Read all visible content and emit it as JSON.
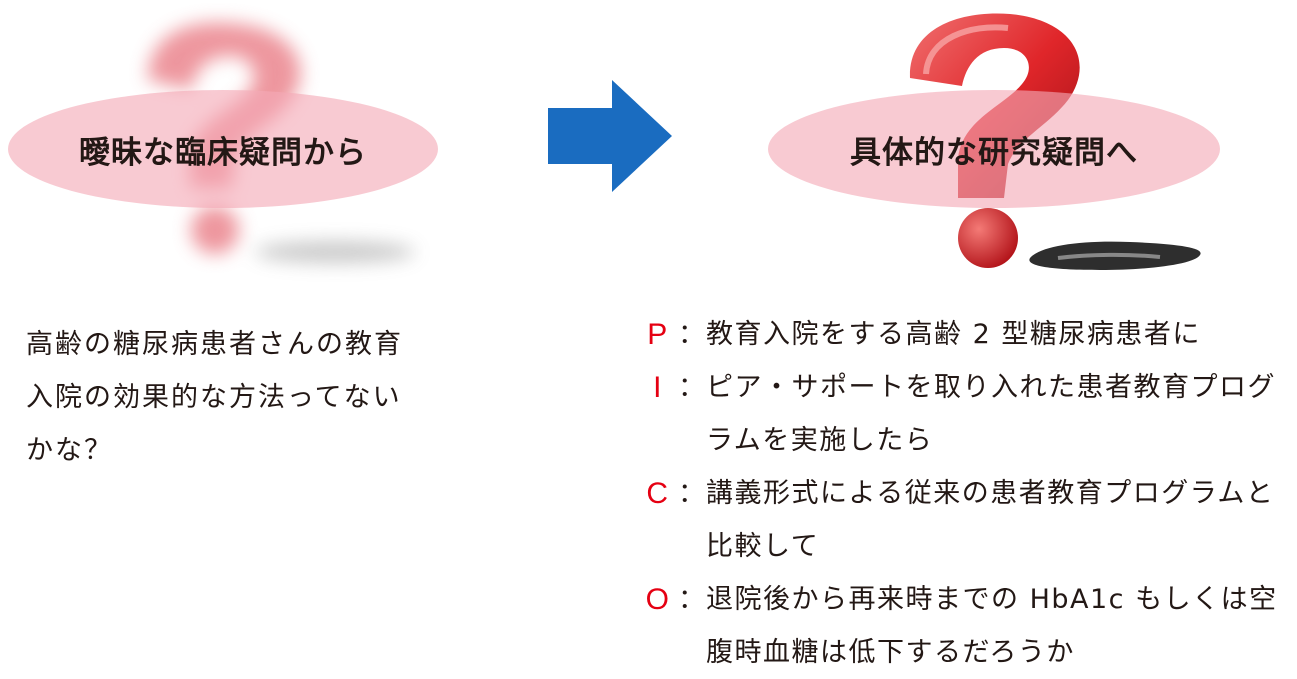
{
  "left_label": "曖昧な臨床疑問から",
  "right_label": "具体的な研究疑問へ",
  "left_description": "高齢の糖尿病患者さんの教育入院の効果的な方法ってないかな？",
  "pico": [
    {
      "key": "P",
      "sep": "：",
      "text": "教育入院をする高齢 2 型糖尿病患者に"
    },
    {
      "key": "I",
      "sep": "：",
      "text": "ピア・サポートを取り入れた患者教育プログラムを実施したら"
    },
    {
      "key": "C",
      "sep": "：",
      "text": "講義形式による従来の患者教育プログラムと比較して"
    },
    {
      "key": "O",
      "sep": "：",
      "text": "退院後から再来時までの HbA1c もしくは空腹時血糖は低下するだろうか"
    }
  ],
  "colors": {
    "ellipse": "#f4aab6",
    "arrow": "#1a6cc0",
    "question_mark": "#e0262a",
    "pico_key": "#e50012"
  },
  "icons": [
    "blurred-question-mark-icon",
    "right-arrow-icon",
    "question-mark-icon"
  ]
}
